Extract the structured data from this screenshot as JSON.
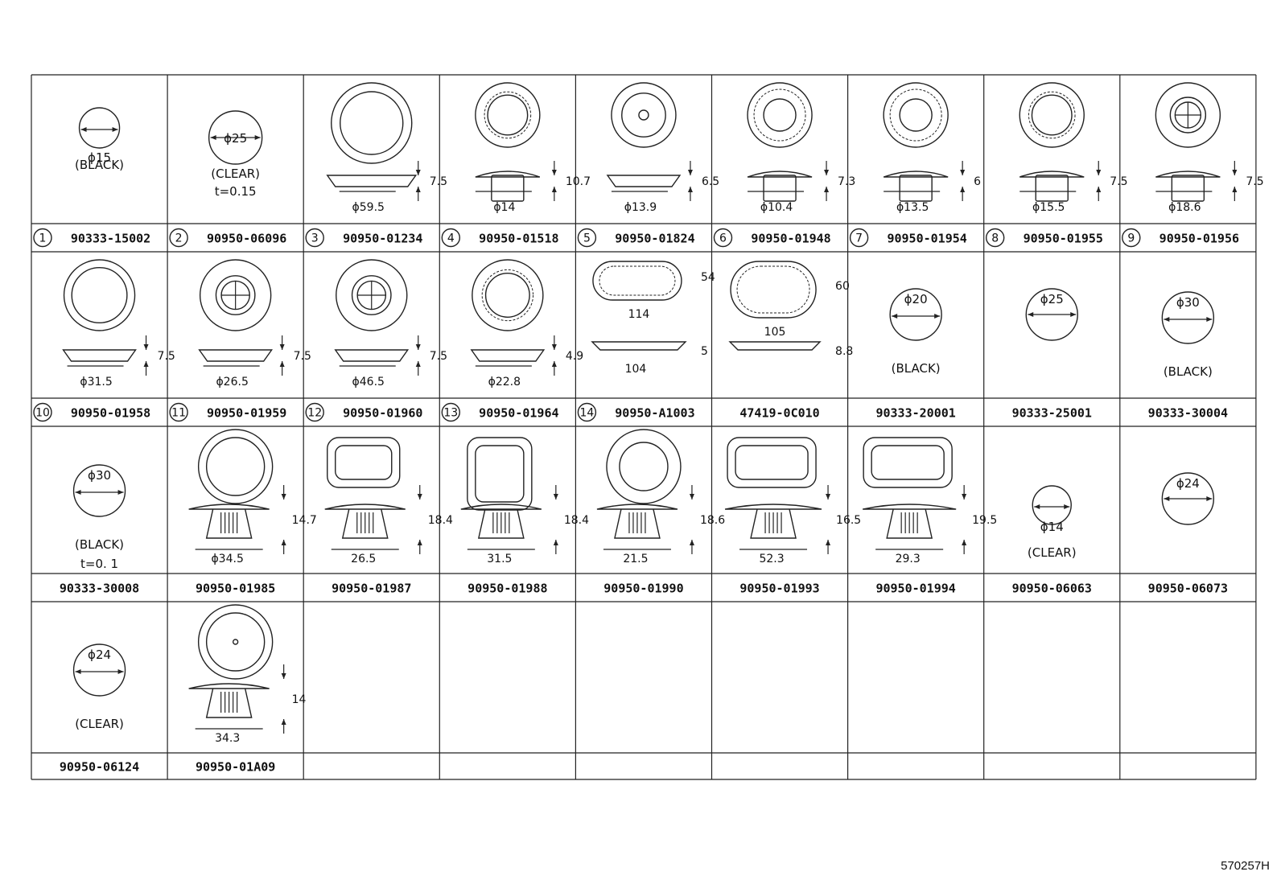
{
  "drawing_ref": "570257H",
  "rows": [
    [
      {
        "index": "1",
        "part_number": "90333-15002",
        "labels": [
          "ϕ15",
          "(BLACK)"
        ]
      },
      {
        "index": "2",
        "part_number": "90950-06096",
        "labels": [
          "ϕ25",
          "(CLEAR)",
          "t=0.15"
        ]
      },
      {
        "index": "3",
        "part_number": "90950-01234",
        "labels": [
          "7.5",
          "ϕ59.5"
        ]
      },
      {
        "index": "4",
        "part_number": "90950-01518",
        "labels": [
          "10.7",
          "ϕ14"
        ]
      },
      {
        "index": "5",
        "part_number": "90950-01824",
        "labels": [
          "6.5",
          "ϕ13.9"
        ]
      },
      {
        "index": "6",
        "part_number": "90950-01948",
        "labels": [
          "7.3",
          "ϕ10.4"
        ]
      },
      {
        "index": "7",
        "part_number": "90950-01954",
        "labels": [
          "6",
          "ϕ13.5"
        ]
      },
      {
        "index": "8",
        "part_number": "90950-01955",
        "labels": [
          "7.5",
          "ϕ15.5"
        ]
      },
      {
        "index": "9",
        "part_number": "90950-01956",
        "labels": [
          "7.5",
          "ϕ18.6"
        ]
      }
    ],
    [
      {
        "index": "10",
        "part_number": "90950-01958",
        "labels": [
          "7.5",
          "ϕ31.5"
        ]
      },
      {
        "index": "11",
        "part_number": "90950-01959",
        "labels": [
          "7.5",
          "ϕ26.5"
        ]
      },
      {
        "index": "12",
        "part_number": "90950-01960",
        "labels": [
          "7.5",
          "ϕ46.5"
        ]
      },
      {
        "index": "13",
        "part_number": "90950-01964",
        "labels": [
          "4.9",
          "ϕ22.8"
        ]
      },
      {
        "index": "14",
        "part_number": "90950-A1003",
        "labels": [
          "54",
          "114",
          "5",
          "104"
        ]
      },
      {
        "index": "",
        "part_number": "47419-0C010",
        "labels": [
          "60",
          "105",
          "8.8"
        ]
      },
      {
        "index": "",
        "part_number": "90333-20001",
        "labels": [
          "ϕ20",
          "(BLACK)"
        ]
      },
      {
        "index": "",
        "part_number": "90333-25001",
        "labels": [
          "ϕ25"
        ]
      },
      {
        "index": "",
        "part_number": "90333-30004",
        "labels": [
          "ϕ30",
          "(BLACK)"
        ]
      }
    ],
    [
      {
        "index": "",
        "part_number": "90333-30008",
        "labels": [
          "ϕ30",
          "(BLACK)",
          "t=0. 1"
        ]
      },
      {
        "index": "",
        "part_number": "90950-01985",
        "labels": [
          "14.7",
          "ϕ34.5"
        ]
      },
      {
        "index": "",
        "part_number": "90950-01987",
        "labels": [
          "18.4",
          "26.5"
        ]
      },
      {
        "index": "",
        "part_number": "90950-01988",
        "labels": [
          "18.4",
          "31.5"
        ]
      },
      {
        "index": "",
        "part_number": "90950-01990",
        "labels": [
          "18.6",
          "21.5"
        ]
      },
      {
        "index": "",
        "part_number": "90950-01993",
        "labels": [
          "16.5",
          "52.3"
        ]
      },
      {
        "index": "",
        "part_number": "90950-01994",
        "labels": [
          "19.5",
          "29.3"
        ]
      },
      {
        "index": "",
        "part_number": "90950-06063",
        "labels": [
          "ϕ14",
          "(CLEAR)"
        ]
      },
      {
        "index": "",
        "part_number": "90950-06073",
        "labels": [
          "ϕ24"
        ]
      }
    ],
    [
      {
        "index": "",
        "part_number": "90950-06124",
        "labels": [
          "ϕ24",
          "(CLEAR)"
        ]
      },
      {
        "index": "",
        "part_number": "90950-01A09",
        "labels": [
          "14",
          "34.3"
        ]
      },
      {
        "index": "",
        "part_number": "",
        "labels": []
      },
      {
        "index": "",
        "part_number": "",
        "labels": []
      },
      {
        "index": "",
        "part_number": "",
        "labels": []
      },
      {
        "index": "",
        "part_number": "",
        "labels": []
      },
      {
        "index": "",
        "part_number": "",
        "labels": []
      },
      {
        "index": "",
        "part_number": "",
        "labels": []
      },
      {
        "index": "",
        "part_number": "",
        "labels": []
      }
    ]
  ]
}
